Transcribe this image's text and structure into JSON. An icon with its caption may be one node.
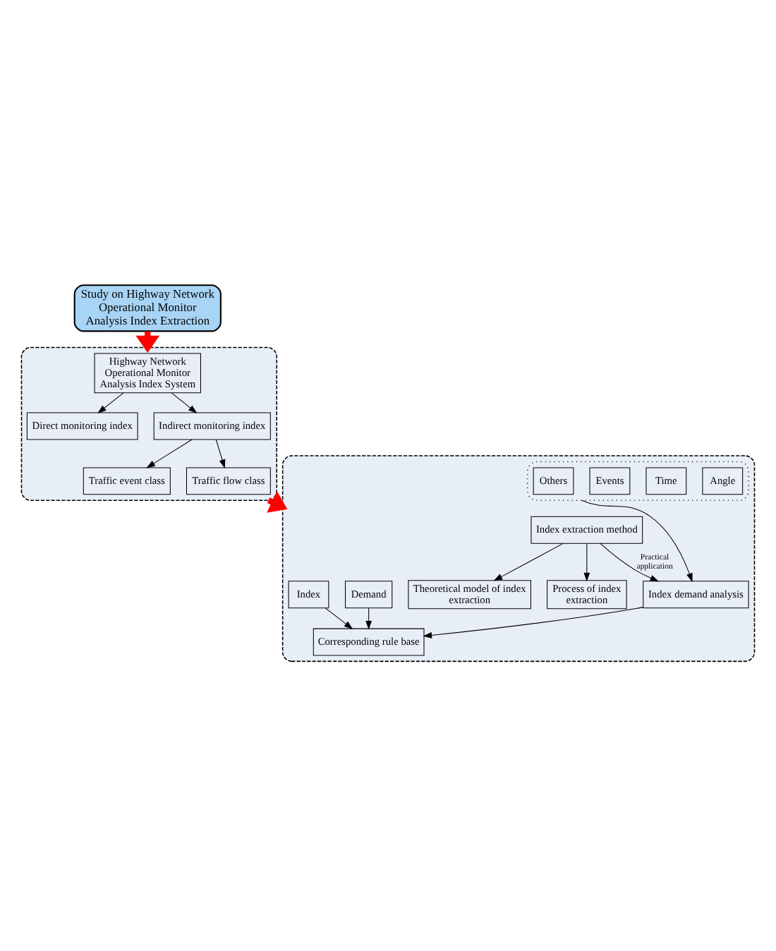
{
  "diagram": {
    "nodes": [
      {
        "text": [
          "Study on Highway Network Operational Monitor Analysis Index Extraction"
        ]
      },
      {
        "text": [],
        "shape": "box"
      },
      {
        "text": [
          "Highway Network Operational Monitor Analysis Index System"
        ],
        "in": 1
      },
      {
        "text": [
          "Direct monitoring index"
        ],
        "in": 1
      },
      {
        "text": [
          "Indirect monitoring index"
        ],
        "in": 1
      },
      {
        "text": [
          "Traffic event class"
        ],
        "in": 1
      },
      {
        "text": [
          "Traffic flow class"
        ],
        "in": 1
      },
      {
        "text": [],
        "shape": "box"
      },
      {
        "text": [
          "Theoretical model of index extraction"
        ],
        "in": 7
      },
      {
        "text": [
          "Process of index extraction"
        ],
        "in": 7
      },
      {
        "text": [
          "Index extraction method"
        ],
        "in": 7
      },
      {
        "text": [],
        "shape": "box",
        "in": 7
      },
      {
        "text": [
          "Angle"
        ],
        "in": 11
      },
      {
        "text": [
          "Time"
        ],
        "in": 11
      },
      {
        "text": [
          "Events"
        ],
        "in": 11
      },
      {
        "text": [
          "Others"
        ],
        "in": 11
      },
      {
        "text": [
          "Index demand analysis"
        ],
        "in": 7
      },
      {
        "text": [
          "Demand"
        ],
        "in": 7
      },
      {
        "text": [
          "Index"
        ],
        "in": 7
      },
      {
        "text": [
          "Corresponding rule base"
        ],
        "in": 7
      }
    ],
    "edges": [
      {
        "from": 0,
        "to": 1,
        "arrow": "to",
        "style": "thick",
        "color": "#ff0000"
      },
      {
        "from": 1,
        "to": 7,
        "arrow": "to",
        "style": "thick",
        "color": "#ff0000"
      },
      {
        "from": 2,
        "to": 3,
        "arrow": "to"
      },
      {
        "from": 2,
        "to": 4,
        "arrow": "to"
      },
      {
        "from": 4,
        "to": 5,
        "arrow": "to"
      },
      {
        "from": 4,
        "to": 6,
        "arrow": "to"
      },
      {
        "from": 10,
        "to": 8,
        "arrow": "to"
      },
      {
        "from": 10,
        "to": 9,
        "arrow": "to"
      },
      {
        "from": 10,
        "to": 16,
        "arrow": "to",
        "label": "Practical application"
      },
      {
        "from": 11,
        "to": 16,
        "arrow": "to"
      },
      {
        "from": 16,
        "to": 19,
        "arrow": "to"
      },
      {
        "from": 17,
        "to": 19,
        "arrow": "to"
      },
      {
        "from": 18,
        "to": 19,
        "arrow": "to"
      }
    ]
  }
}
